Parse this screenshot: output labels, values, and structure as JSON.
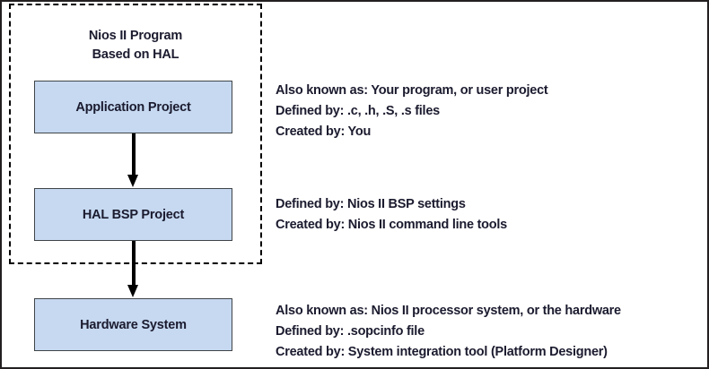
{
  "figure": {
    "frame_color": "#231f20",
    "box_fill_color": "#c6d9f1",
    "box_border_color": "#3f4448",
    "text_color": "#1b1b2f",
    "arrow_color": "#000000",
    "dashed_color": "#000000"
  },
  "group": {
    "caption_line1": "Nios II Program",
    "caption_line2": "Based on HAL"
  },
  "nodes": [
    {
      "id": "application-project",
      "label": "Application Project"
    },
    {
      "id": "hal-bsp-project",
      "label": "HAL BSP Project"
    },
    {
      "id": "hardware-system",
      "label": "Hardware System"
    }
  ],
  "annotations": {
    "application": [
      "Also known as: Your program, or user project",
      "Defined by: .c, .h, .S, .s files",
      "Created by: You"
    ],
    "bsp": [
      "Defined by: Nios II BSP settings",
      "Created by: Nios II command line tools"
    ],
    "hardware": [
      "Also known as: Nios II processor system, or the hardware",
      "Defined by: .sopcinfo file",
      "Created by: System integration tool (Platform Designer)"
    ]
  }
}
